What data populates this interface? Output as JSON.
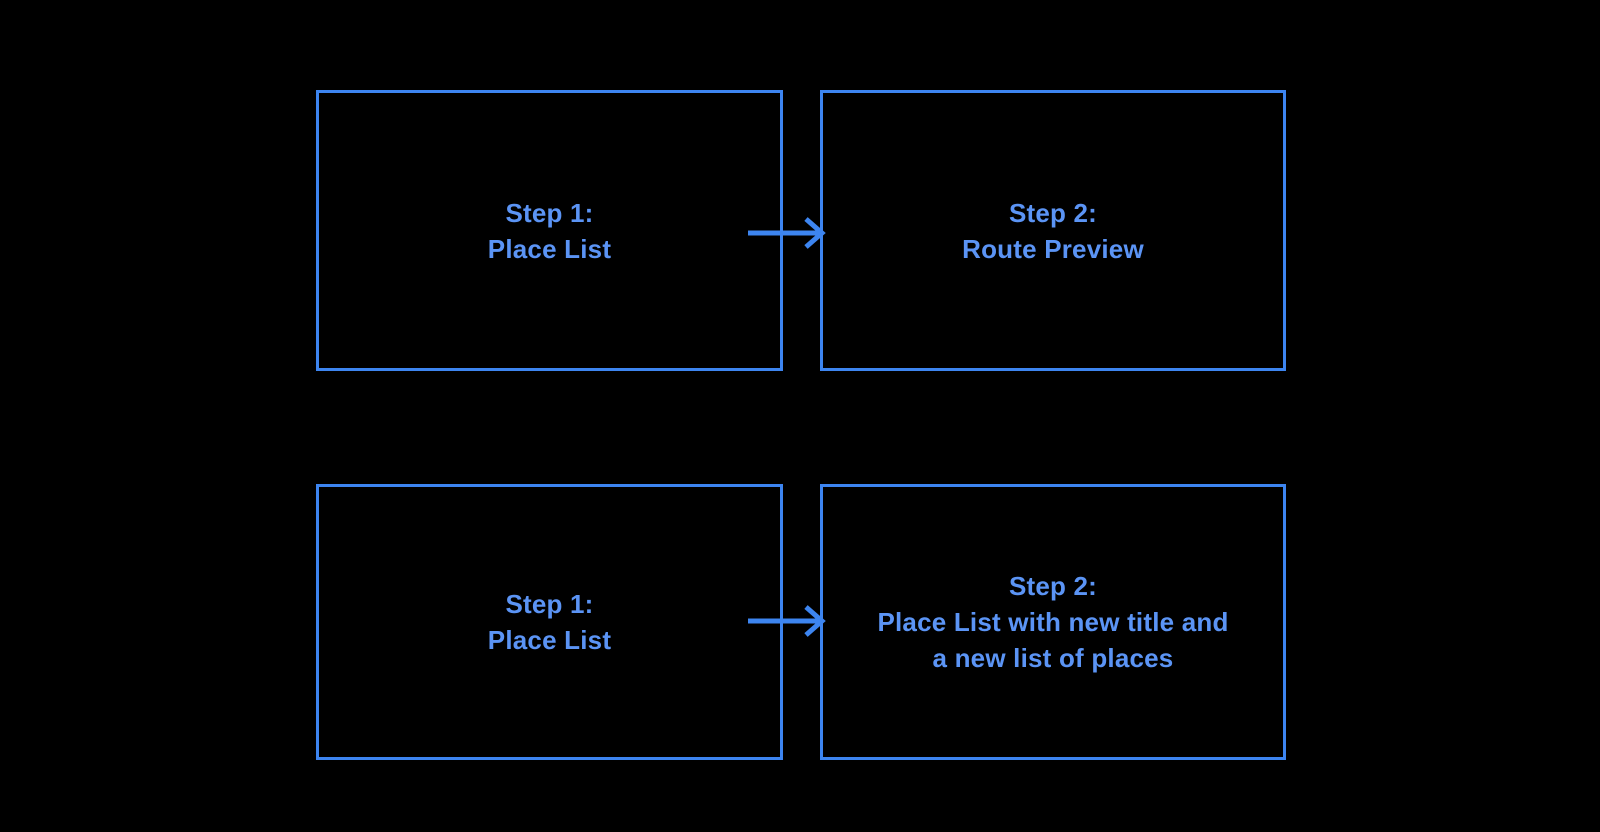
{
  "diagram": {
    "background_color": "#000000",
    "accent_color": "#5b94f5",
    "border_color": "#3d85f0",
    "rows": [
      {
        "name": "route-preview-flow",
        "from_label": "Step 1:\nPlace List",
        "arrow_label": "",
        "to_label": "Step 2:\nRoute Preview"
      },
      {
        "name": "place-list-update-flow",
        "from_label": "Step 1:\nPlace List",
        "arrow_label": "",
        "to_label": "Step 2:\nPlace List with new title and\na new list of places"
      }
    ]
  }
}
